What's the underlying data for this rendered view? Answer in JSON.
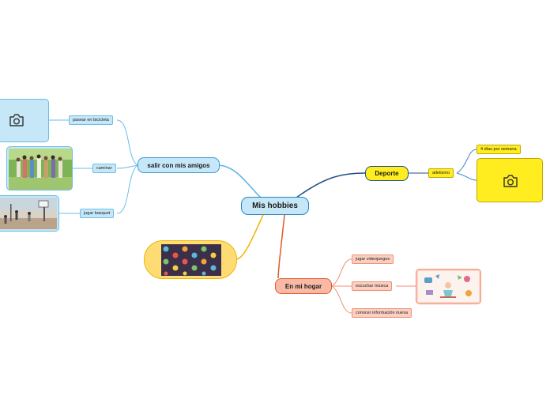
{
  "central": {
    "label": "Mis hobbies"
  },
  "branches": {
    "friends": {
      "label": "salir con mis amigos",
      "items": [
        "pasear en bicicleta",
        "caminar",
        "jugar basquet"
      ]
    },
    "sport": {
      "label": "Deporte",
      "item": "atletismo",
      "detail": "4 días por semana"
    },
    "home": {
      "label": "En mi hogar",
      "items": [
        "jugar videojuegos",
        "escuchar música",
        "conocer información nueva"
      ]
    }
  },
  "colors": {
    "blue": "#c6e7f7",
    "blue_line": "#6cbde6",
    "yellow": "#ffed1f",
    "navy_line": "#1f4f86",
    "salmon": "#f9b9a5",
    "orange_line": "#e05a2c",
    "gold": "#ffd25a",
    "gold_line": "#f0b400"
  },
  "icons": [
    "camera-icon",
    "camera-icon"
  ]
}
